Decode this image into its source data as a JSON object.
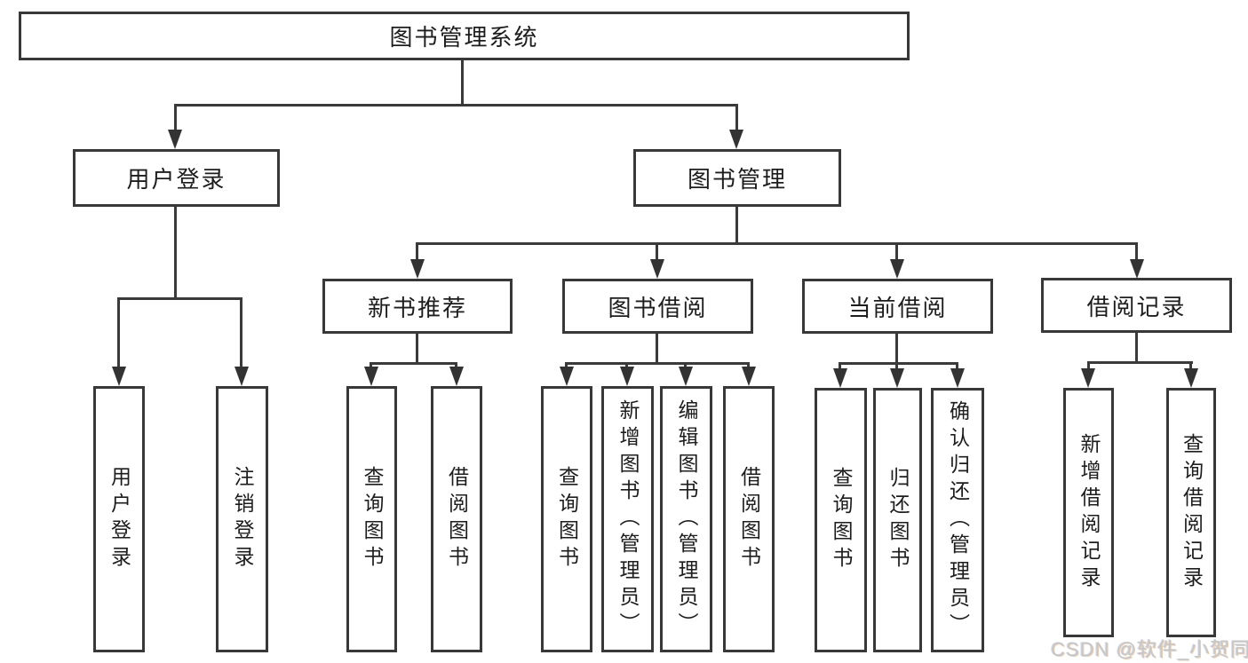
{
  "nodes": {
    "root": {
      "label": "图书管理系统"
    },
    "userLogin": {
      "label": "用户登录",
      "children": [
        {
          "label": "用户登录"
        },
        {
          "label": "注销登录"
        }
      ]
    },
    "bookMgmt": {
      "label": "图书管理",
      "children": [
        {
          "label": "新书推荐",
          "children": [
            {
              "label": "查询图书"
            },
            {
              "label": "借阅图书"
            }
          ]
        },
        {
          "label": "图书借阅",
          "children": [
            {
              "label": "查询图书"
            },
            {
              "label": "新增图书（管理员）"
            },
            {
              "label": "编辑图书（管理员）"
            },
            {
              "label": "借阅图书"
            }
          ]
        },
        {
          "label": "当前借阅",
          "children": [
            {
              "label": "查询图书"
            },
            {
              "label": "归还图书"
            },
            {
              "label": "确认归还（管理员）"
            }
          ]
        },
        {
          "label": "借阅记录",
          "children": [
            {
              "label": "新增借阅记录"
            },
            {
              "label": "查询借阅记录"
            }
          ]
        }
      ]
    }
  },
  "watermark": {
    "text": "CSDN @软件_小贺同学"
  },
  "colors": {
    "line": "#3a3a3a",
    "border": "#383838",
    "text": "#1d1d1d",
    "watermark": "#c7c7c7",
    "background": "#ffffff"
  }
}
